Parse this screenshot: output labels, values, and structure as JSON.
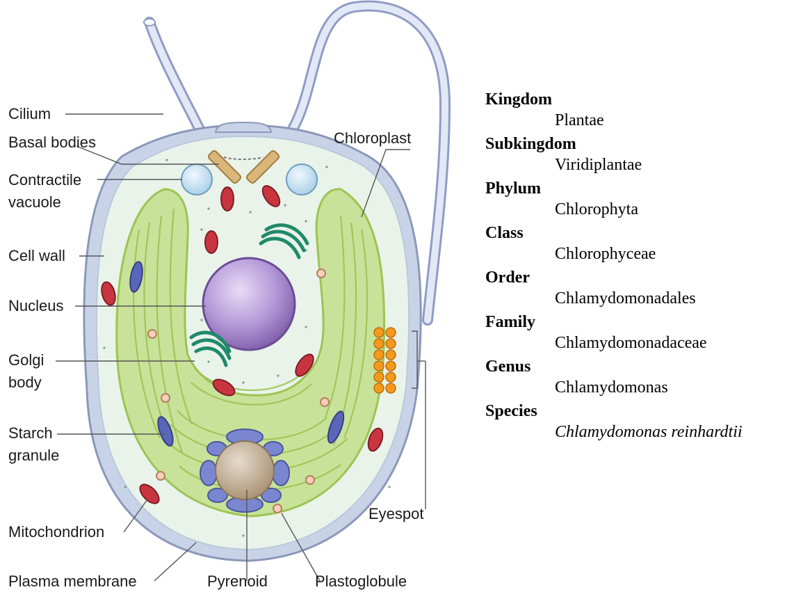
{
  "diagram": {
    "labels": {
      "cilium": "Cilium",
      "basal_bodies": "Basal bodies",
      "contractile_1": "Contractile",
      "contractile_2": "vacuole",
      "cell_wall": "Cell wall",
      "nucleus": "Nucleus",
      "golgi_1": "Golgi",
      "golgi_2": "body",
      "starch_1": "Starch",
      "starch_2": "granule",
      "mitochondrion": "Mitochondrion",
      "plasma_membrane": "Plasma membrane",
      "pyrenoid": "Pyrenoid",
      "plastoglobule": "Plastoglobule",
      "chloroplast": "Chloroplast",
      "eyespot": "Eyespot"
    },
    "colors": {
      "cell_wall": "#c9d3e8",
      "cytoplasm": "#e9f3ea",
      "chloroplast": "#c8e29a",
      "thylakoid": "#9cc452",
      "nucleus": "#a383c9",
      "mitochondrion": "#c8353f",
      "golgi": "#1f8a6a",
      "starch": "#5a66b8",
      "pyrenoid": "#b9a489",
      "eyespot": "#f39a1e",
      "basal_body": "#d9b679"
    }
  },
  "taxonomy": [
    {
      "rank": "Kingdom",
      "value": "Plantae"
    },
    {
      "rank": "Subkingdom",
      "value": "Viridiplantae"
    },
    {
      "rank": "Phylum",
      "value": "Chlorophyta"
    },
    {
      "rank": "Class",
      "value": "Chlorophyceae"
    },
    {
      "rank": "Order",
      "value": "Chlamydomonadales"
    },
    {
      "rank": "Family",
      "value": "Chlamydomonadaceae"
    },
    {
      "rank": "Genus",
      "value": "Chlamydomonas"
    },
    {
      "rank": "Species",
      "value": "Chlamydomonas reinhardtii"
    }
  ]
}
